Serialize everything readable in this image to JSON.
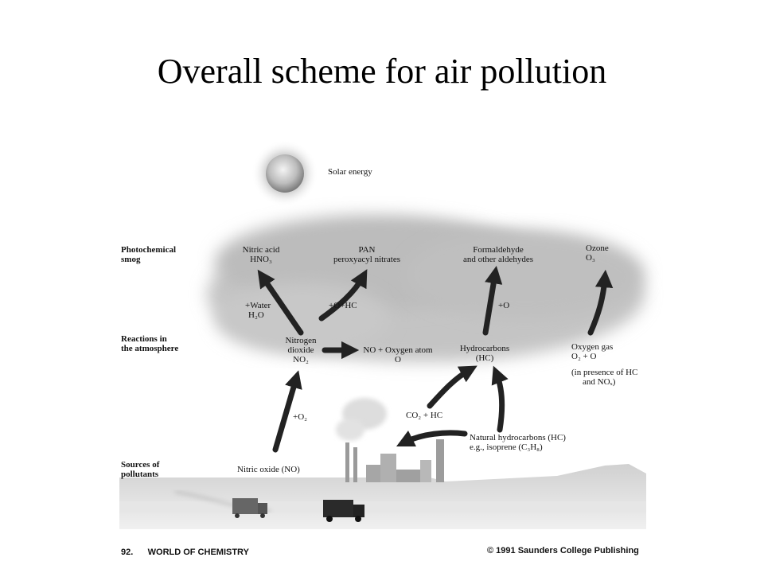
{
  "title": "Overall scheme for air pollution",
  "side_labels": {
    "smog": [
      "Photochemical",
      "smog"
    ],
    "reactions": [
      "Reactions in",
      "the atmosphere"
    ],
    "sources": [
      "Sources of",
      "pollutants"
    ]
  },
  "labels": {
    "solar": "Solar energy",
    "nitric_acid": [
      "Nitric acid",
      "HNO₃"
    ],
    "pan": [
      "PAN",
      "peroxyacyl nitrates"
    ],
    "formaldehyde": [
      "Formaldehyde",
      "and other aldehydes"
    ],
    "ozone": [
      "Ozone",
      "O₃"
    ],
    "water": [
      "+Water",
      "H₂O"
    ],
    "o_hc": "+O+HC",
    "plus_o": "+O",
    "no2": [
      "Nitrogen",
      "dioxide",
      "NO₂"
    ],
    "no_oxygen": [
      "NO + Oxygen atom",
      "O"
    ],
    "hydrocarbons": [
      "Hydrocarbons",
      "(HC)"
    ],
    "oxygen_gas": [
      "Oxygen gas",
      "O₂ + O"
    ],
    "presence": [
      "(in presence of HC",
      "and NOₓ)"
    ],
    "plus_o2": "+O₂",
    "co2_hc": "CO₂ + HC",
    "natural_hc": [
      "Natural hydrocarbons (HC)",
      "e.g., isoprene (C₃H₈)"
    ],
    "nitric_oxide": "Nitric oxide (NO)"
  },
  "footer": {
    "left": "92.      WORLD OF CHEMISTRY",
    "right": "© 1991 Saunders College Publishing"
  }
}
